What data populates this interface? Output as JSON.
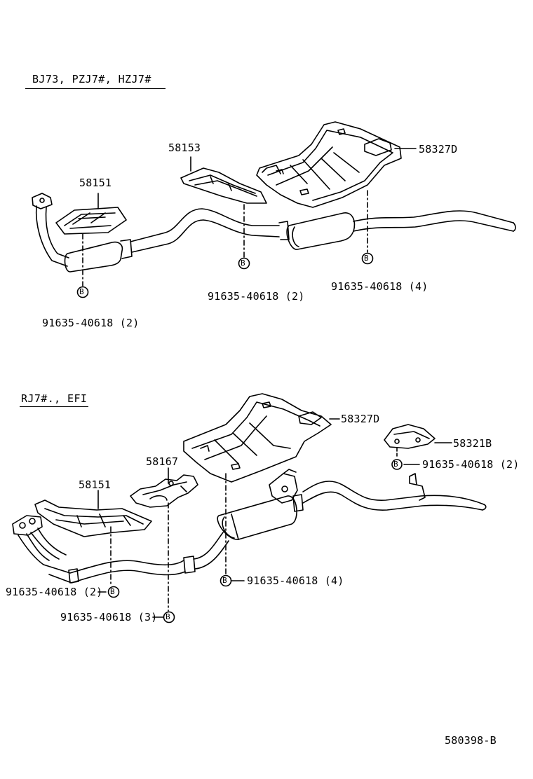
{
  "sections": [
    {
      "variant_label": "BJ73, PZJ7#, HZJ7#",
      "callouts": {
        "p58151": "58151",
        "p58153": "58153",
        "p58327d": "58327D",
        "bolt_left": "91635-40618 (2)",
        "bolt_mid": "91635-40618 (2)",
        "bolt_right": "91635-40618 (4)"
      }
    },
    {
      "variant_label": "RJ7#., EFI",
      "callouts": {
        "p58151": "58151",
        "p58167": "58167",
        "p58327d": "58327D",
        "p58321b": "58321B",
        "bolt_a": "91635-40618 (2)",
        "bolt_b": "91635-40618 (3)",
        "bolt_c": "91635-40618 (4)",
        "bolt_d": "91635-40618 (2)"
      }
    }
  ],
  "bolt_symbol": "B",
  "figure_code": "580398-B"
}
